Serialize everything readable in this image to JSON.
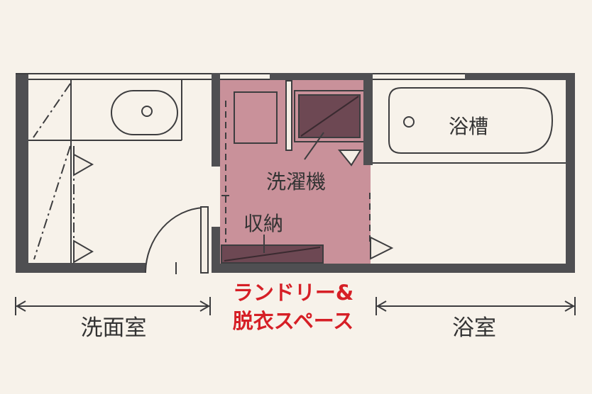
{
  "colors": {
    "background": "#f7f2ea",
    "wall": "#4f4f52",
    "laundry_area": "#c9919a",
    "fixture_fill": "#6d4853",
    "accent_label": "#d61f26"
  },
  "rooms": {
    "washroom": {
      "label": "洗面室"
    },
    "laundry": {
      "label_line1": "ランドリー&",
      "label_line2": "脱衣スペース"
    },
    "bathroom": {
      "label": "浴室"
    }
  },
  "fixtures": {
    "bathtub": "浴槽",
    "washing_machine": "洗濯機",
    "storage": "収納"
  }
}
